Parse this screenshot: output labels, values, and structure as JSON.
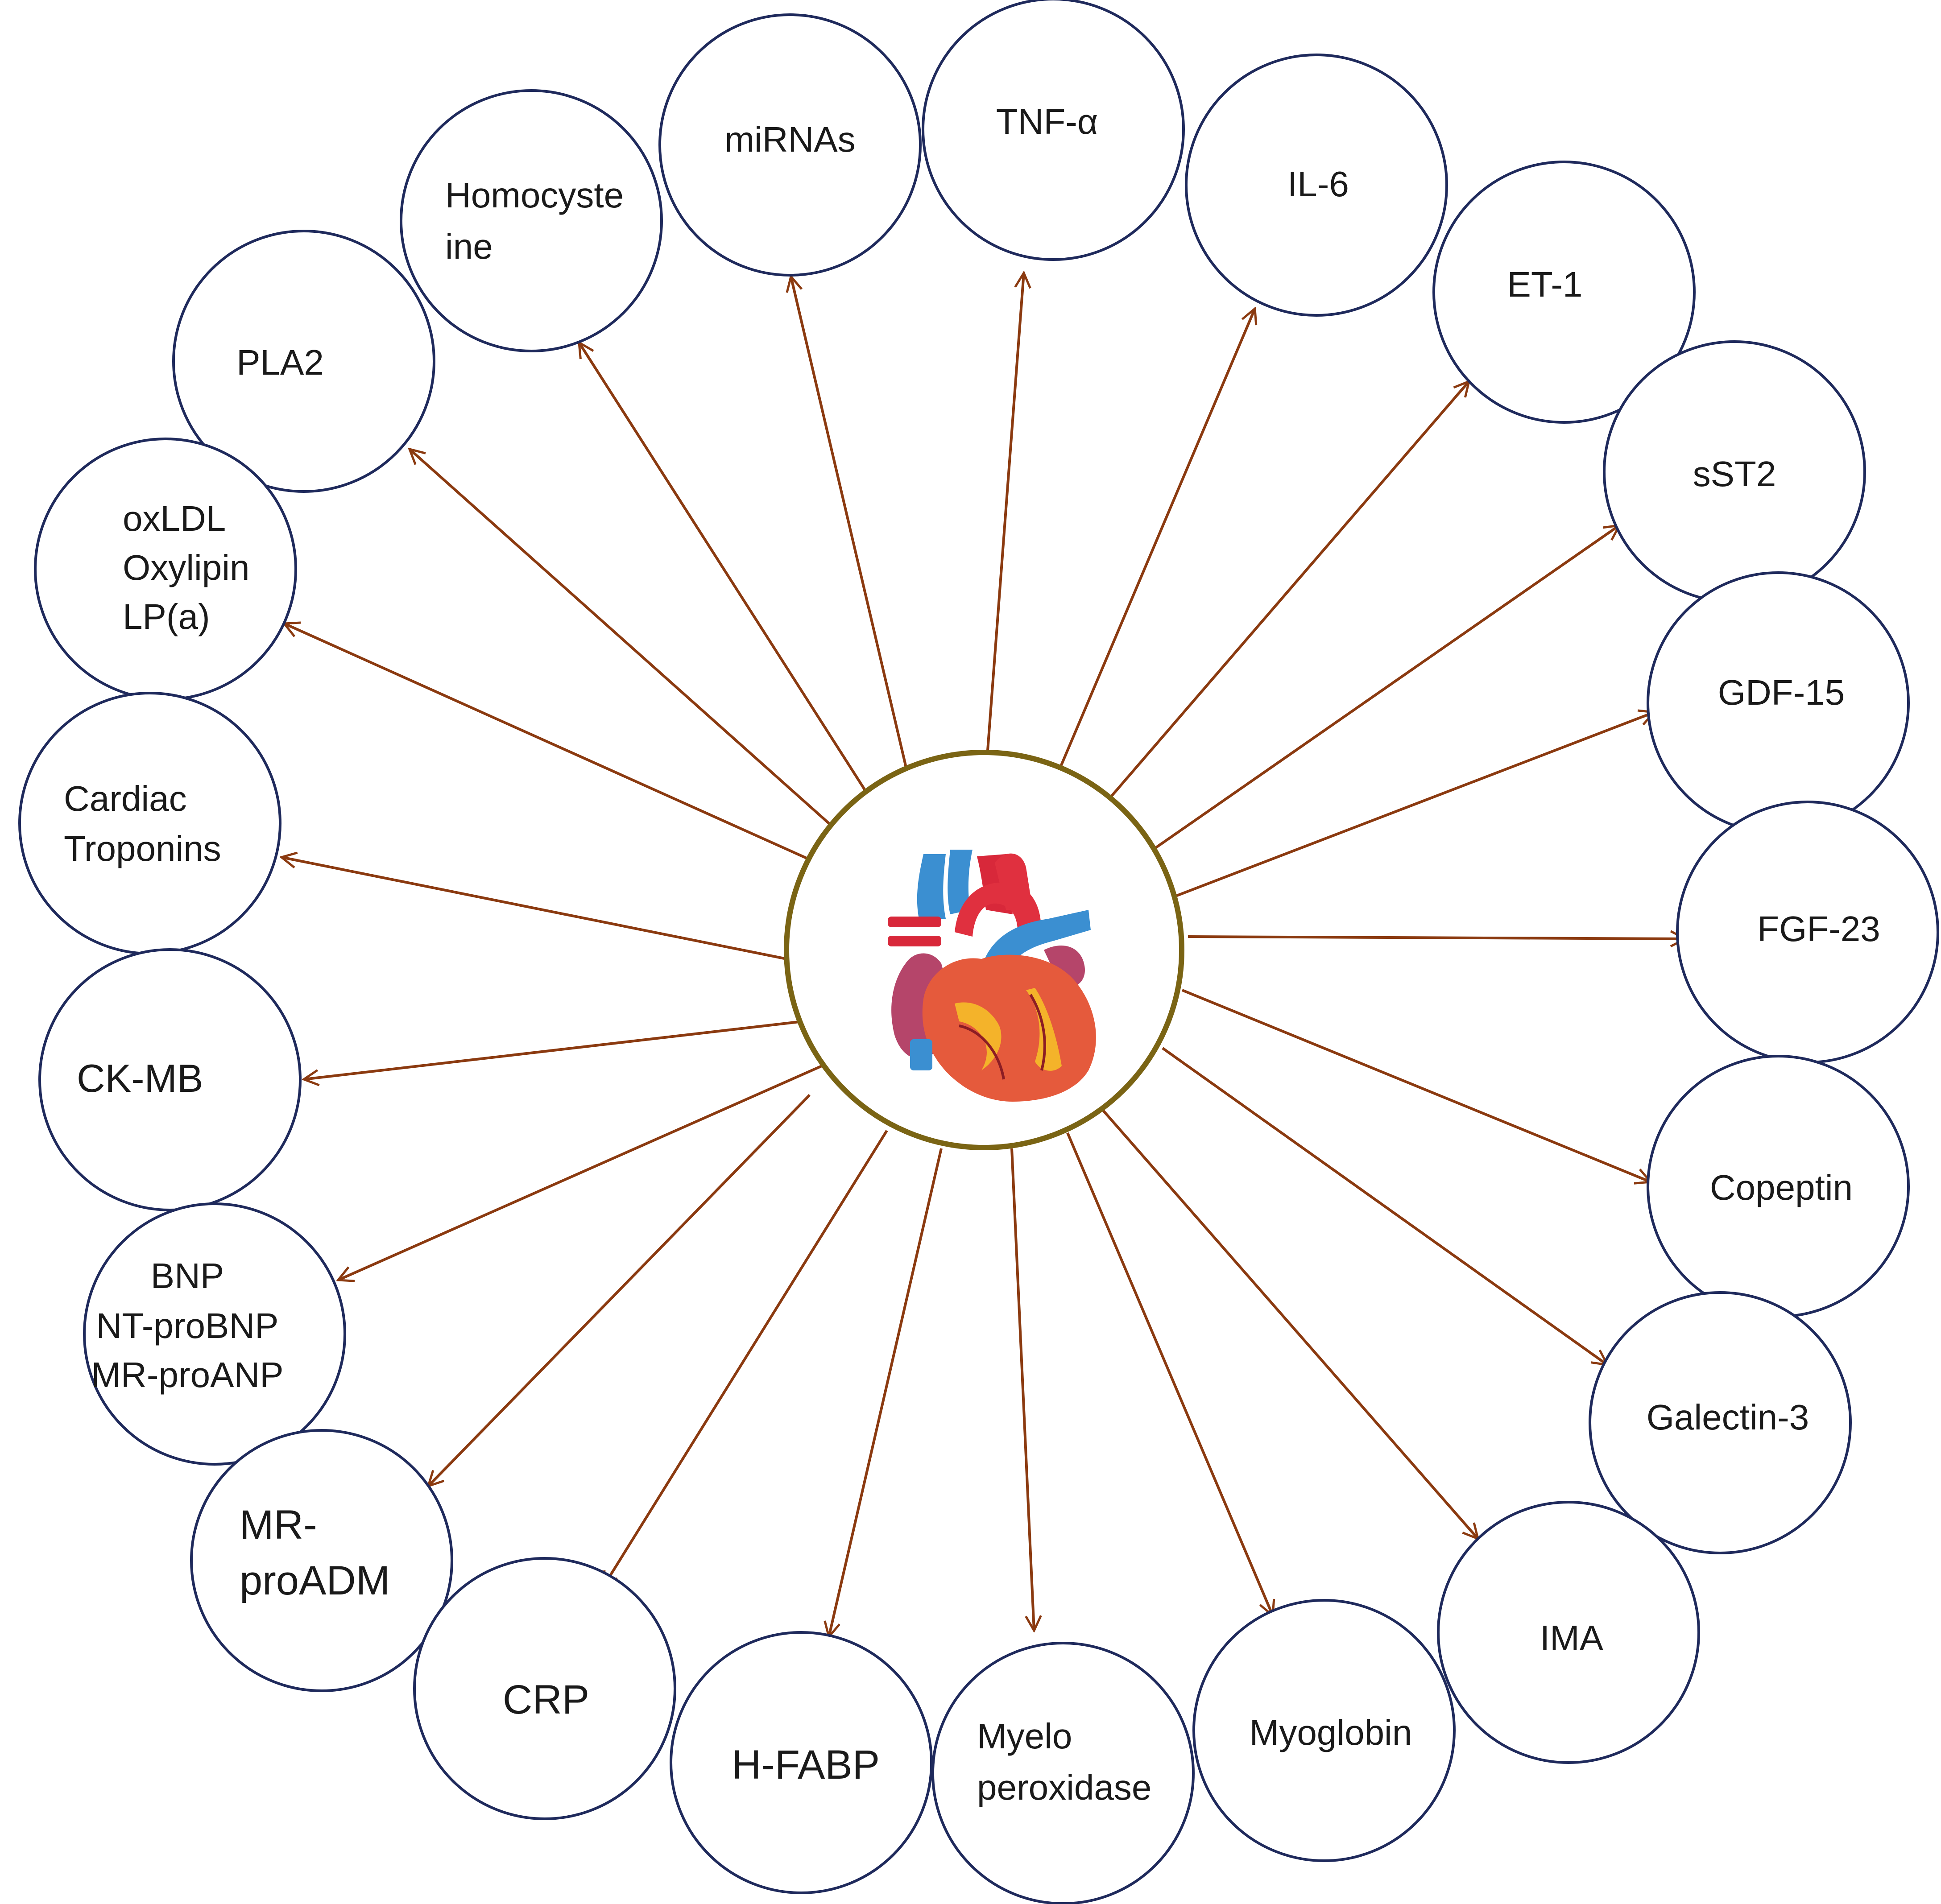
{
  "diagram": {
    "center": {
      "icon": "heart-icon"
    },
    "colors": {
      "node_border": "#1f2a5c",
      "center_border": "#7a6414",
      "arrow": "#8b3a10"
    },
    "nodes": [
      {
        "id": "homocysteine",
        "lines": [
          "Homocyste",
          "ine"
        ]
      },
      {
        "id": "mirnas",
        "lines": [
          "miRNAs"
        ]
      },
      {
        "id": "tnf-alpha",
        "lines": [
          "TNF-α"
        ]
      },
      {
        "id": "il-6",
        "lines": [
          "IL-6"
        ]
      },
      {
        "id": "et-1",
        "lines": [
          "ET-1"
        ]
      },
      {
        "id": "pla2",
        "lines": [
          "PLA2"
        ]
      },
      {
        "id": "sst2",
        "lines": [
          "sST2"
        ]
      },
      {
        "id": "oxldl",
        "lines": [
          "oxLDL",
          "Oxylipin",
          "LP(a)"
        ]
      },
      {
        "id": "gdf-15",
        "lines": [
          "GDF-15"
        ]
      },
      {
        "id": "cardiac-troponins",
        "lines": [
          "Cardiac",
          "Troponins"
        ]
      },
      {
        "id": "fgf-23",
        "lines": [
          "FGF-23"
        ]
      },
      {
        "id": "ck-mb",
        "lines": [
          "CK-MB"
        ]
      },
      {
        "id": "copeptin",
        "lines": [
          "Copeptin"
        ]
      },
      {
        "id": "bnp",
        "lines": [
          "BNP",
          "NT-proBNP",
          "MR-proANP"
        ]
      },
      {
        "id": "galectin-3",
        "lines": [
          "Galectin-3"
        ]
      },
      {
        "id": "mr-proadm",
        "lines": [
          "MR-",
          "proADM"
        ]
      },
      {
        "id": "ima",
        "lines": [
          "IMA"
        ]
      },
      {
        "id": "crp",
        "lines": [
          "CRP"
        ]
      },
      {
        "id": "h-fabp",
        "lines": [
          "H-FABP"
        ]
      },
      {
        "id": "myeloperoxidase",
        "lines": [
          "Myelo",
          "peroxidase"
        ]
      },
      {
        "id": "myoglobin",
        "lines": [
          "Myoglobin"
        ]
      }
    ]
  }
}
